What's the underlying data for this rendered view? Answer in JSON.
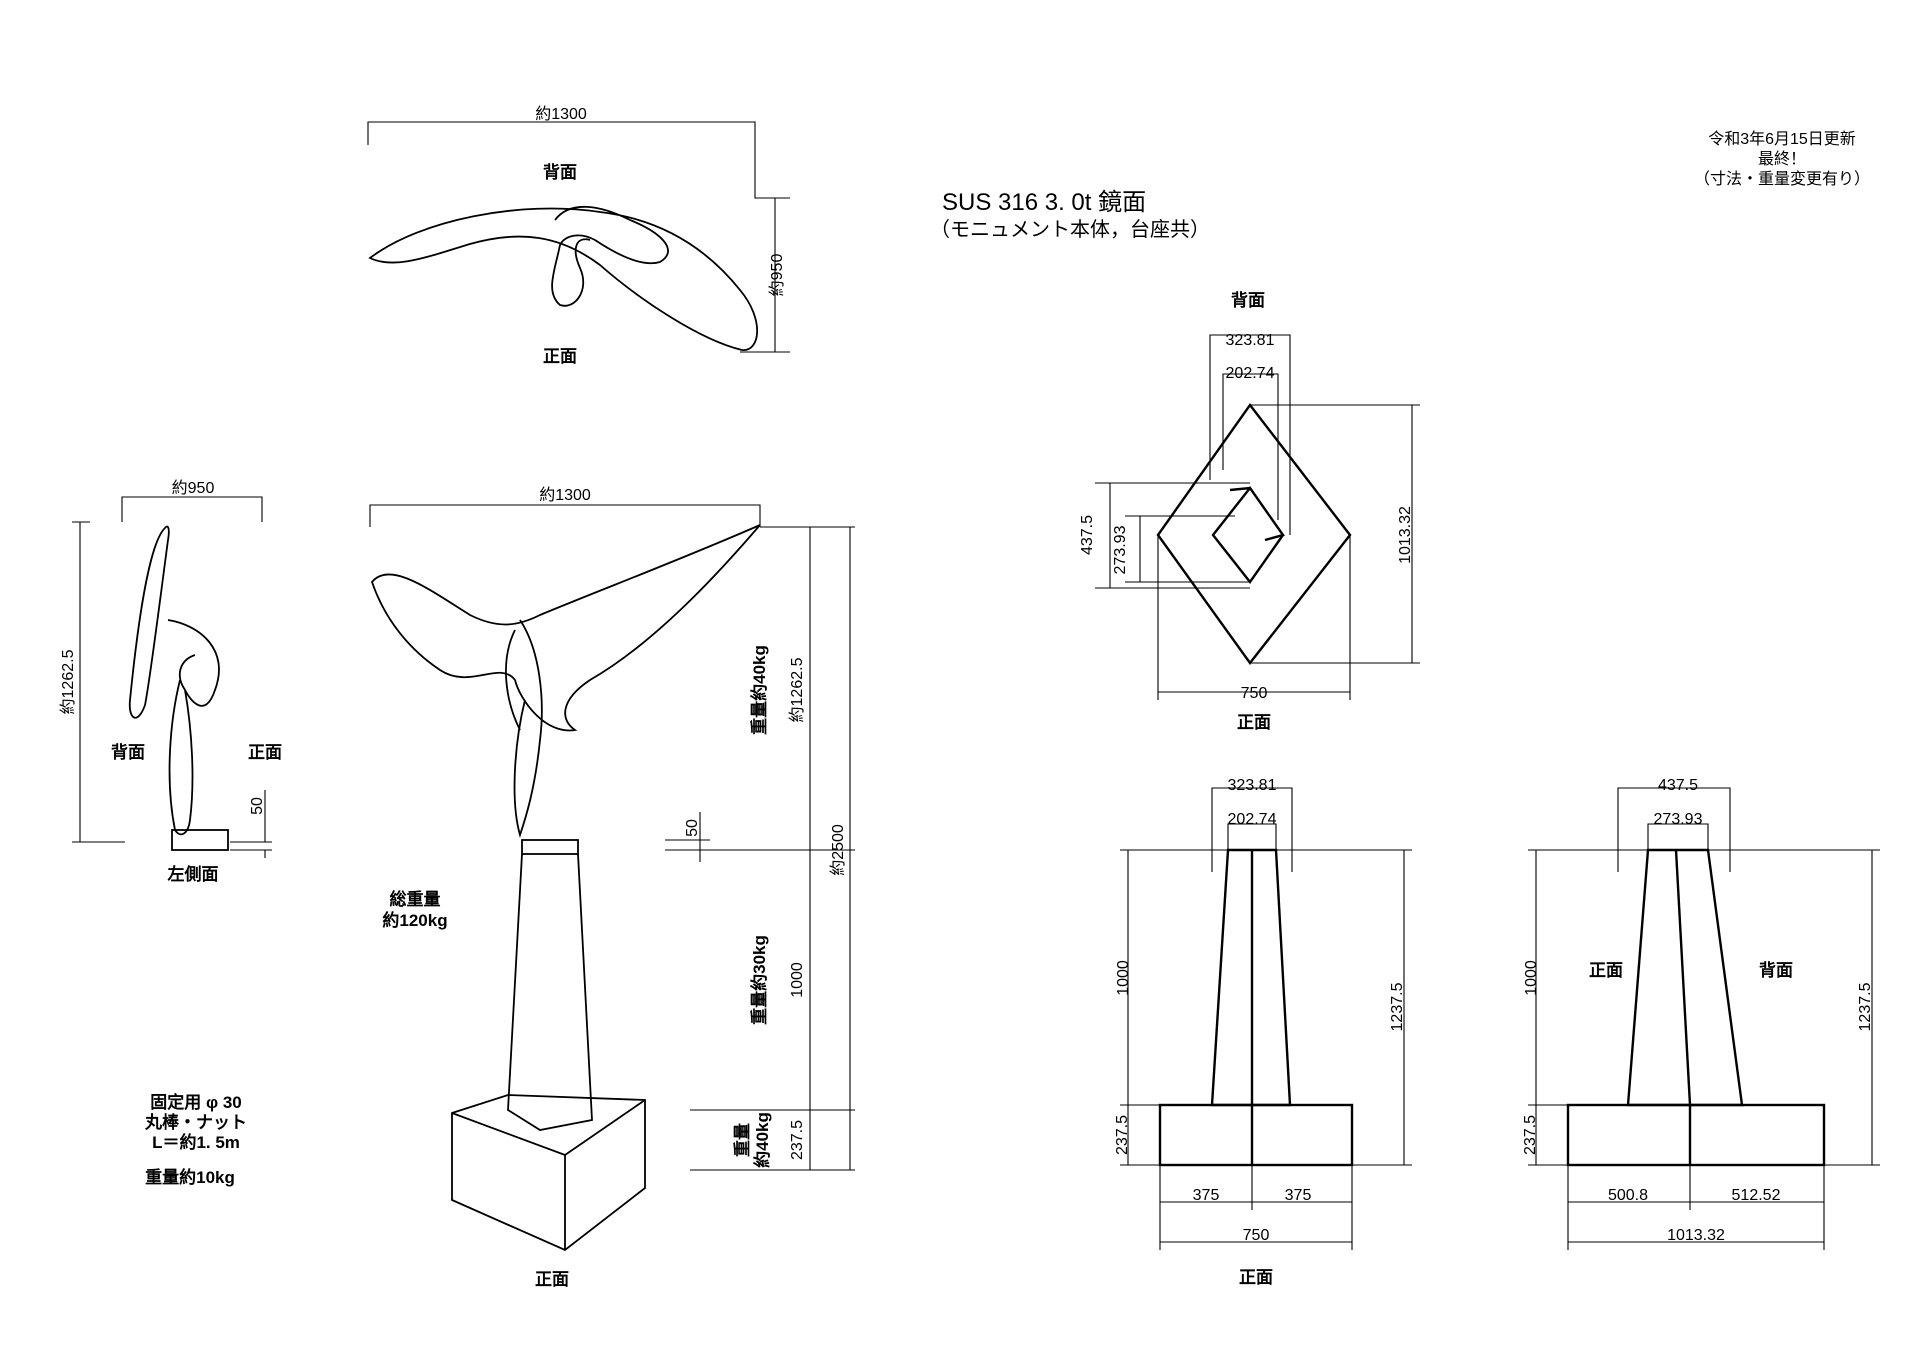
{
  "title": {
    "material": "SUS 316 3. 0t  鏡面",
    "subtitle": "（モニュメント本体，台座共）"
  },
  "revision": {
    "date": "令和3年6月15日更新",
    "status": "最終！",
    "note": "（寸法・重量変更有り）"
  },
  "views": {
    "top": {
      "width": "約1300",
      "depth": "約950",
      "back_label": "背面",
      "front_label": "正面"
    },
    "left_side": {
      "width": "約950",
      "height": "約1262.5",
      "back_label": "背面",
      "front_label": "正面",
      "base_height": "50",
      "view_label": "左側面"
    },
    "front_main": {
      "width": "約1300",
      "total_height": "約2500",
      "sculpture_height": "約1262.5",
      "column_height": "1000",
      "base_height": "237.5",
      "gap": "50",
      "sculpture_weight": "重量約40kg",
      "column_weight": "重量約30kg",
      "base_weight_1": "重量",
      "base_weight_2": "約40kg",
      "total_weight_1": "総重量",
      "total_weight_2": "約120kg",
      "view_label": "正面"
    },
    "fixing": {
      "line1": "固定用 φ 30",
      "line2": "丸棒・ナット",
      "line3": "L＝約1. 5m",
      "weight": "重量約10kg"
    },
    "pedestal_top": {
      "back_label": "背面",
      "front_label": "正面",
      "outer_width_top": "323.81",
      "inner_width_top": "202.74",
      "outer_depth": "437.5",
      "inner_depth": "273.93",
      "diagonal": "1013.32",
      "base_width": "750"
    },
    "pedestal_front": {
      "outer_top": "323.81",
      "inner_top": "202.74",
      "column_height": "1000",
      "total_height": "1237.5",
      "base_height": "237.5",
      "half_left": "375",
      "half_right": "375",
      "width": "750",
      "view_label": "正面"
    },
    "pedestal_side": {
      "outer_top": "437.5",
      "inner_top": "273.93",
      "column_height": "1000",
      "total_height": "1237.5",
      "base_height": "237.5",
      "front_label": "正面",
      "back_label": "背面",
      "left_part": "500.8",
      "right_part": "512.52",
      "width": "1013.32"
    }
  }
}
